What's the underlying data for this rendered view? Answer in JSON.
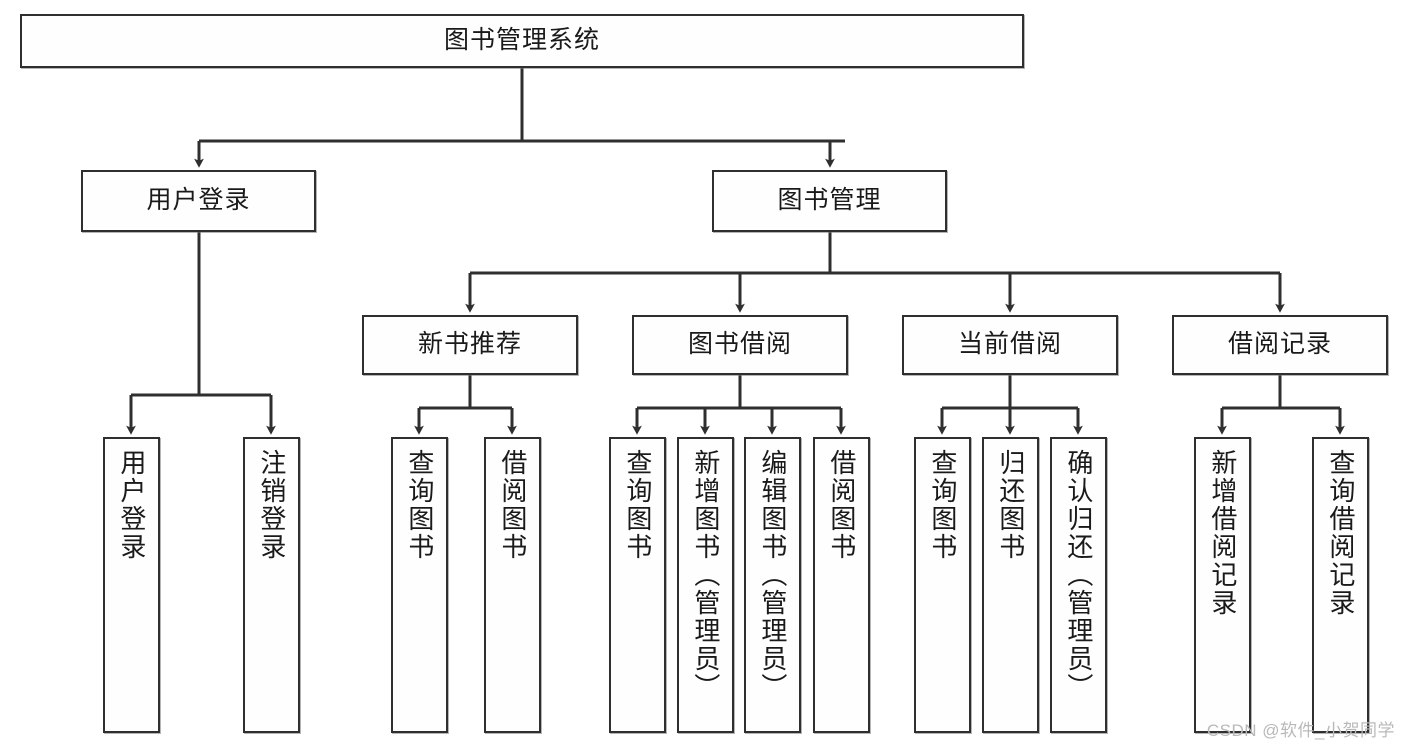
{
  "diagram": {
    "title": "图书管理系统",
    "type": "tree-hierarchy",
    "orientation": "top-down",
    "colors": {
      "box_border": "#2f2f2f",
      "box_fill": "#fefefe",
      "connector": "#2f2f2f",
      "text": "#1a1a1a",
      "watermark": "#b9b9b9"
    }
  },
  "root": {
    "label": "图书管理系统"
  },
  "level2": [
    {
      "label": "用户登录"
    },
    {
      "label": "图书管理"
    }
  ],
  "level3": [
    {
      "label": "新书推荐"
    },
    {
      "label": "图书借阅"
    },
    {
      "label": "当前借阅"
    },
    {
      "label": "借阅记录"
    }
  ],
  "leaves": {
    "user_login": [
      {
        "label": "用户登录"
      },
      {
        "label": "注销登录"
      }
    ],
    "new_book_recommend": [
      {
        "label": "查询图书"
      },
      {
        "label": "借阅图书"
      }
    ],
    "book_borrow": [
      {
        "label": "查询图书"
      },
      {
        "label": "新增图书（管理员）"
      },
      {
        "label": "编辑图书（管理员）"
      },
      {
        "label": "借阅图书"
      }
    ],
    "current_borrow": [
      {
        "label": "查询图书"
      },
      {
        "label": "归还图书"
      },
      {
        "label": "确认归还（管理员）"
      }
    ],
    "borrow_record": [
      {
        "label": "新增借阅记录"
      },
      {
        "label": "查询借阅记录"
      }
    ]
  },
  "watermark": {
    "text": "CSDN @软件_小贺同学"
  }
}
